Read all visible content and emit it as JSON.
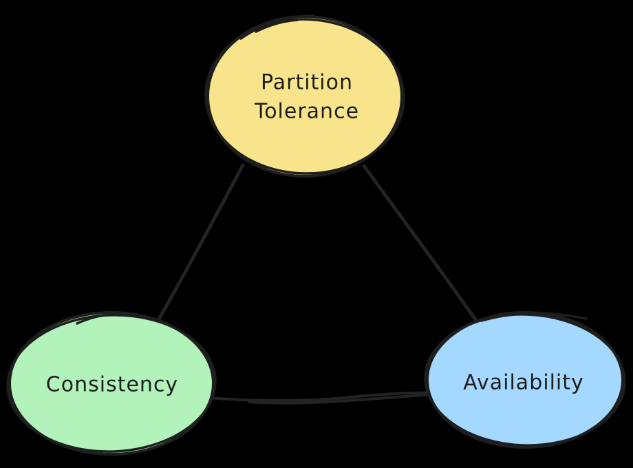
{
  "diagram": {
    "background_color": "#000000",
    "stroke_color": "#1e1e1e",
    "text_color": "#1e1e1e",
    "nodes": [
      {
        "id": "partition-tolerance",
        "label": "Partition Tolerance",
        "lines": [
          "Partition",
          "Tolerance"
        ],
        "fill": "#f8e48b",
        "shape": "ellipse",
        "position": "top-center"
      },
      {
        "id": "consistency",
        "label": "Consistency",
        "lines": [
          "Consistency"
        ],
        "fill": "#b2f2bb",
        "shape": "ellipse",
        "position": "bottom-left"
      },
      {
        "id": "availability",
        "label": "Availability",
        "lines": [
          "Availability"
        ],
        "fill": "#a5d8ff",
        "shape": "ellipse",
        "position": "bottom-right"
      }
    ],
    "edges": [
      {
        "from": "partition-tolerance",
        "to": "consistency"
      },
      {
        "from": "partition-tolerance",
        "to": "availability"
      },
      {
        "from": "consistency",
        "to": "availability"
      }
    ]
  }
}
